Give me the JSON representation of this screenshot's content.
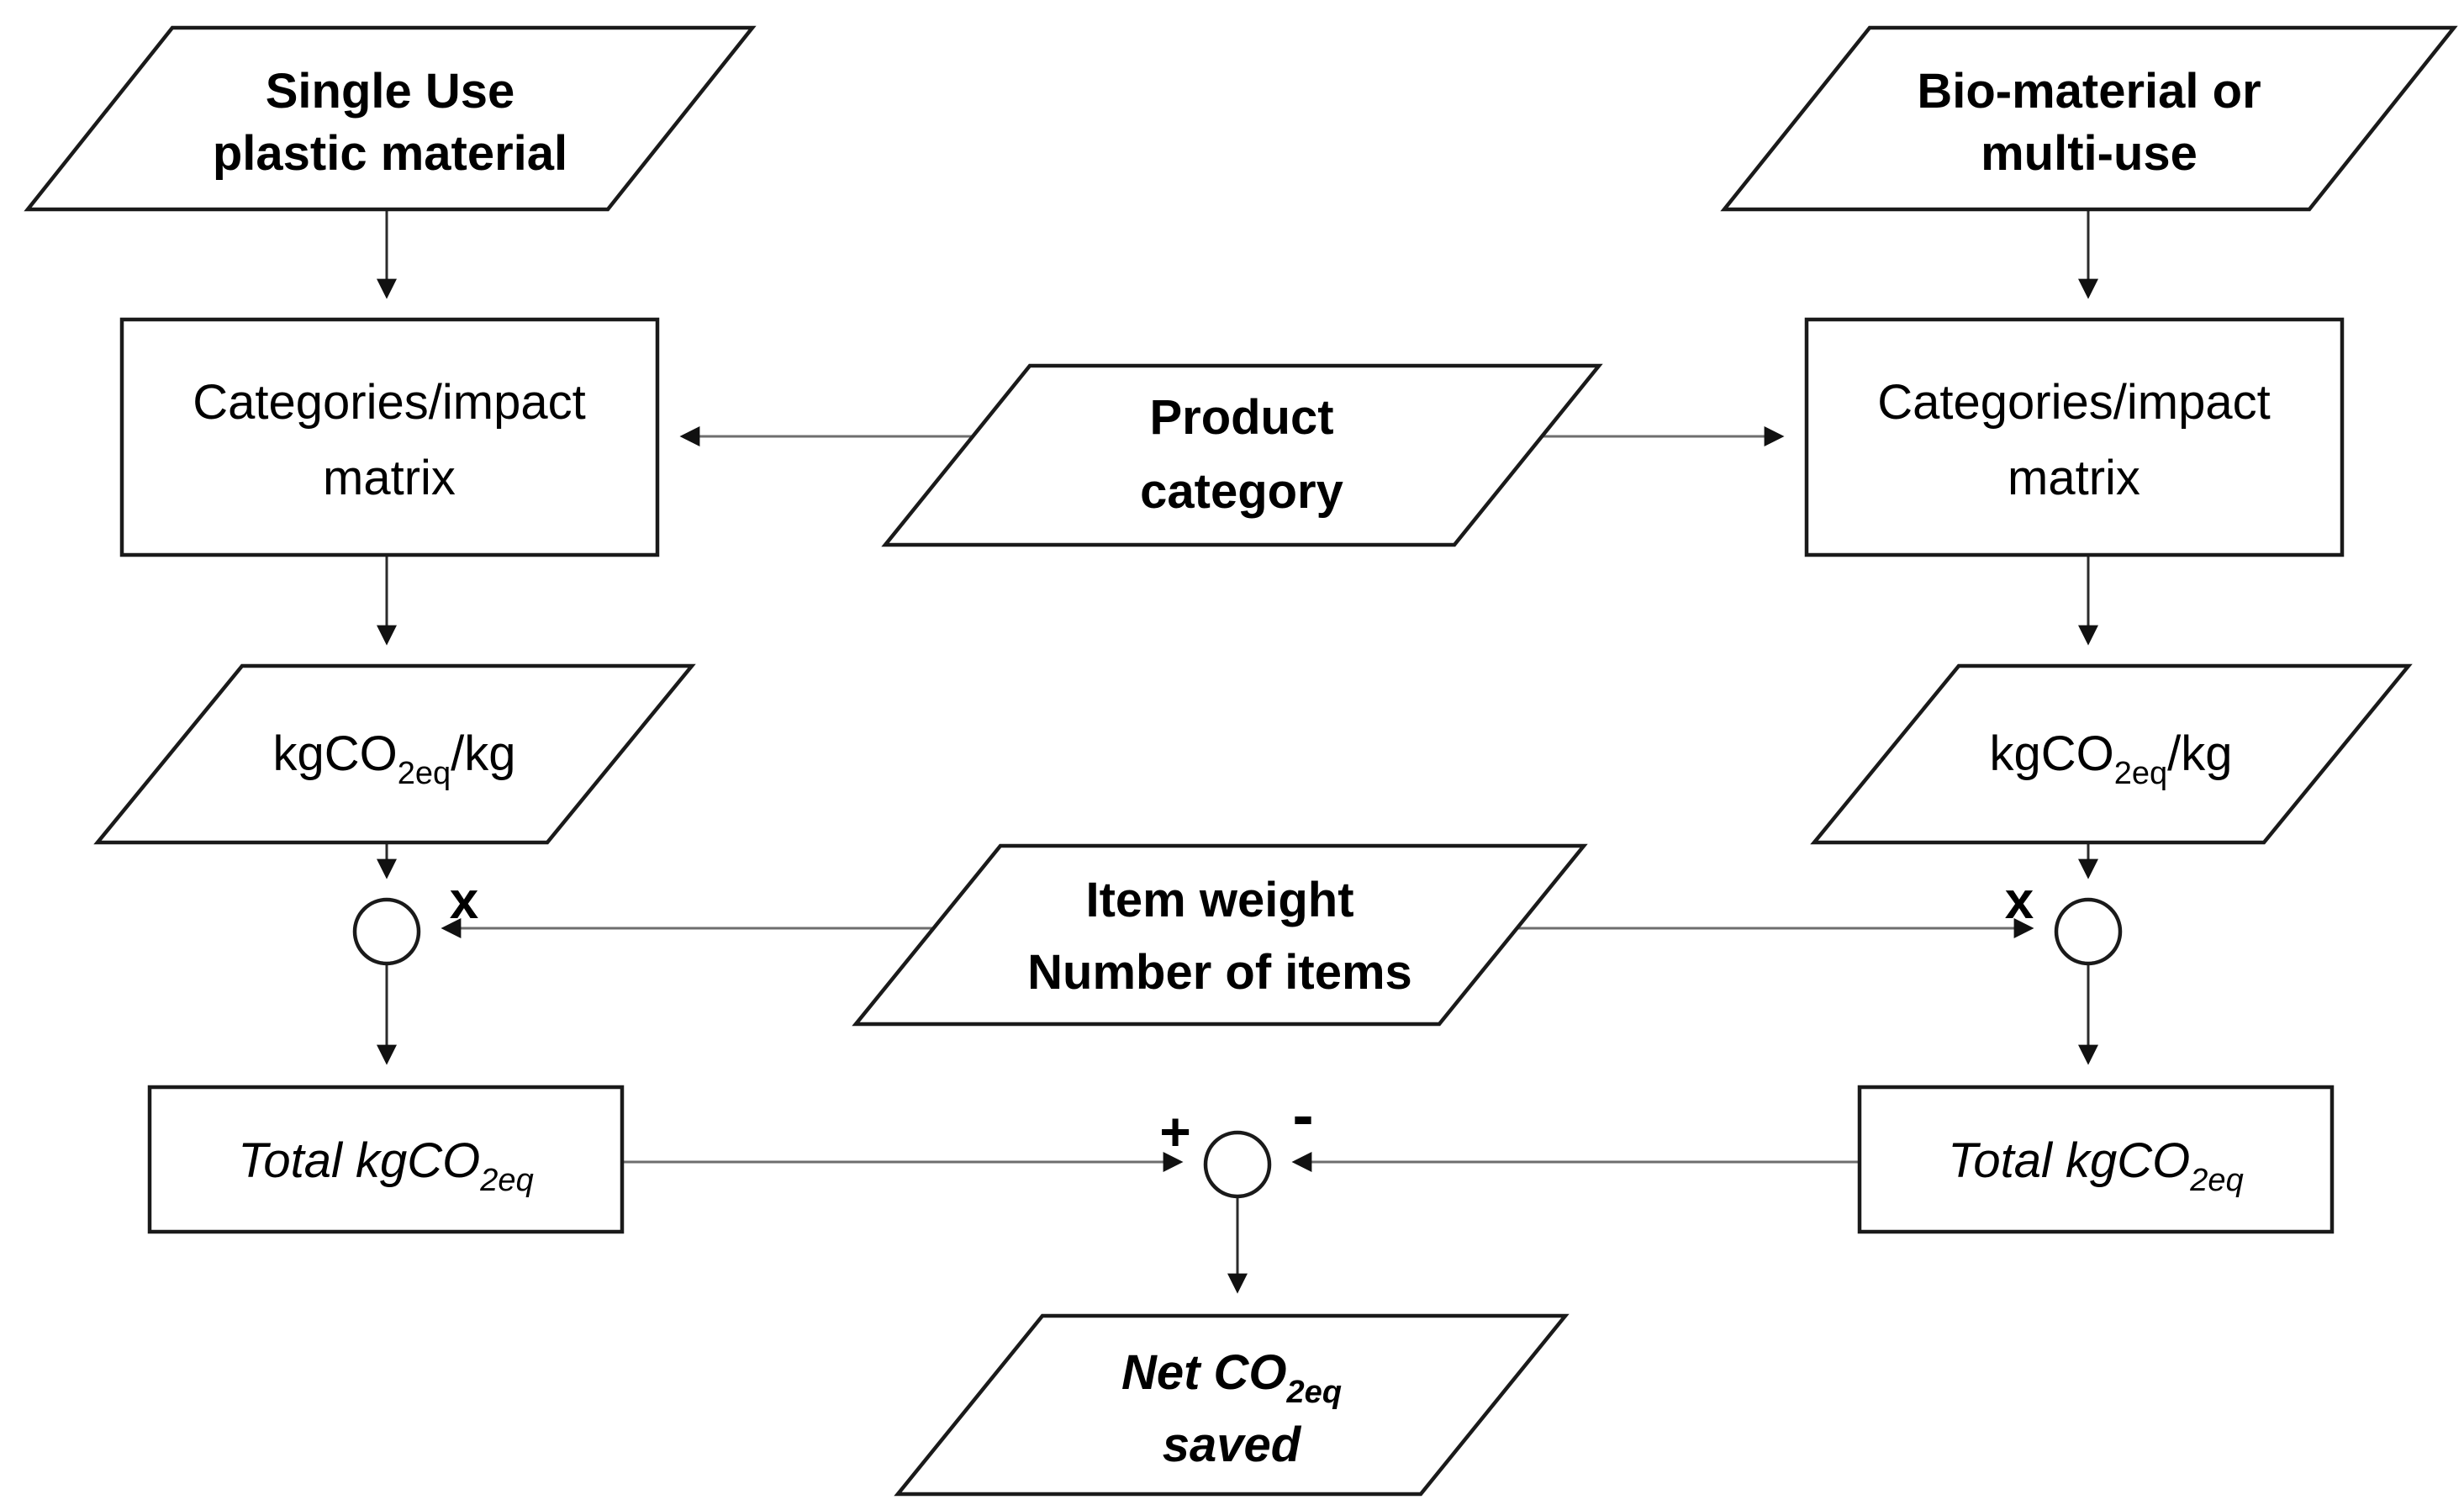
{
  "diagram": {
    "nodes": {
      "single_use": {
        "line1": "Single Use",
        "line2": "plastic material"
      },
      "bio_material": {
        "line1": "Bio-material or",
        "line2": "multi-use"
      },
      "matrix_left": {
        "line1": "Categories/impact",
        "line2": "matrix"
      },
      "matrix_right": {
        "line1": "Categories/impact",
        "line2": "matrix"
      },
      "product_category": {
        "line1": "Product",
        "line2": "category"
      },
      "kg_left": {
        "pre": "kgCO",
        "sub": "2eq",
        "post": "/kg"
      },
      "kg_right": {
        "pre": "kgCO",
        "sub": "2eq",
        "post": "/kg"
      },
      "item_weight": {
        "line1": "Item weight",
        "line2": "Number of items"
      },
      "total_left": {
        "pre": "Total kgCO",
        "sub": "2eq"
      },
      "total_right": {
        "pre": "Total kgCO",
        "sub": "2eq"
      },
      "net_saved": {
        "pre": "Net CO",
        "sub": "2eq",
        "line2": "saved"
      }
    },
    "operators": {
      "multiply_left": "x",
      "multiply_right": "x",
      "plus": "+",
      "minus": "-"
    },
    "colors": {
      "shape_stroke": "#1a1a1a",
      "shape_fill": "#ffffff",
      "connector": "#6e6e6e",
      "background": "#ffffff"
    }
  }
}
